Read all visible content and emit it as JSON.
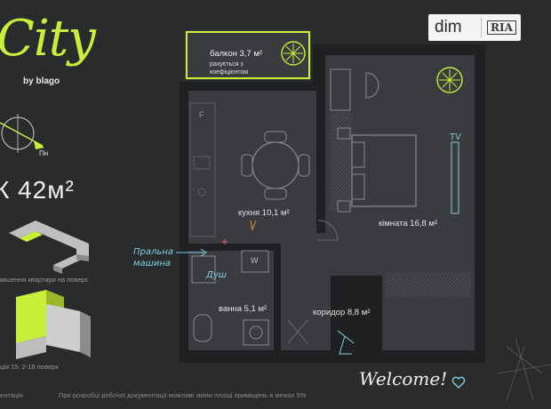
{
  "brand": {
    "name": "City",
    "by": "by blago"
  },
  "compass_label": "Пн",
  "area_title": "К 42м²",
  "left_notes": {
    "floor_position": "мішення квартири на поверс",
    "section": "ція 15: 2-18 поверх",
    "footer_left": "ентація"
  },
  "footer_note": "При розробці робочої документації можливі зміни площі приміщень в межах 5%",
  "logo": {
    "dim": "dim",
    "ria": "RIA"
  },
  "rooms": {
    "balcony": {
      "title": "балкон 3,7 м²",
      "note_line1": "рахується з",
      "note_line2": "коефіцієнтом"
    },
    "kitchen": "кухня 10,1 м²",
    "bedroom": "кімната 16,8 м²",
    "bathroom": "ванна 5,1 м²",
    "corridor": "коридор 8,8 м²"
  },
  "fixtures": {
    "fridge": "F",
    "washer": "W",
    "tv": "TV",
    "washer_note_line1": "Пральна",
    "washer_note_line2": "машина",
    "shower": "Душ"
  },
  "welcome": "Welcome!",
  "colors": {
    "background": "#2a2b2d",
    "accent": "#c8f03a",
    "plan": "#3a3b3e",
    "cyan": "#7fd0e0"
  }
}
